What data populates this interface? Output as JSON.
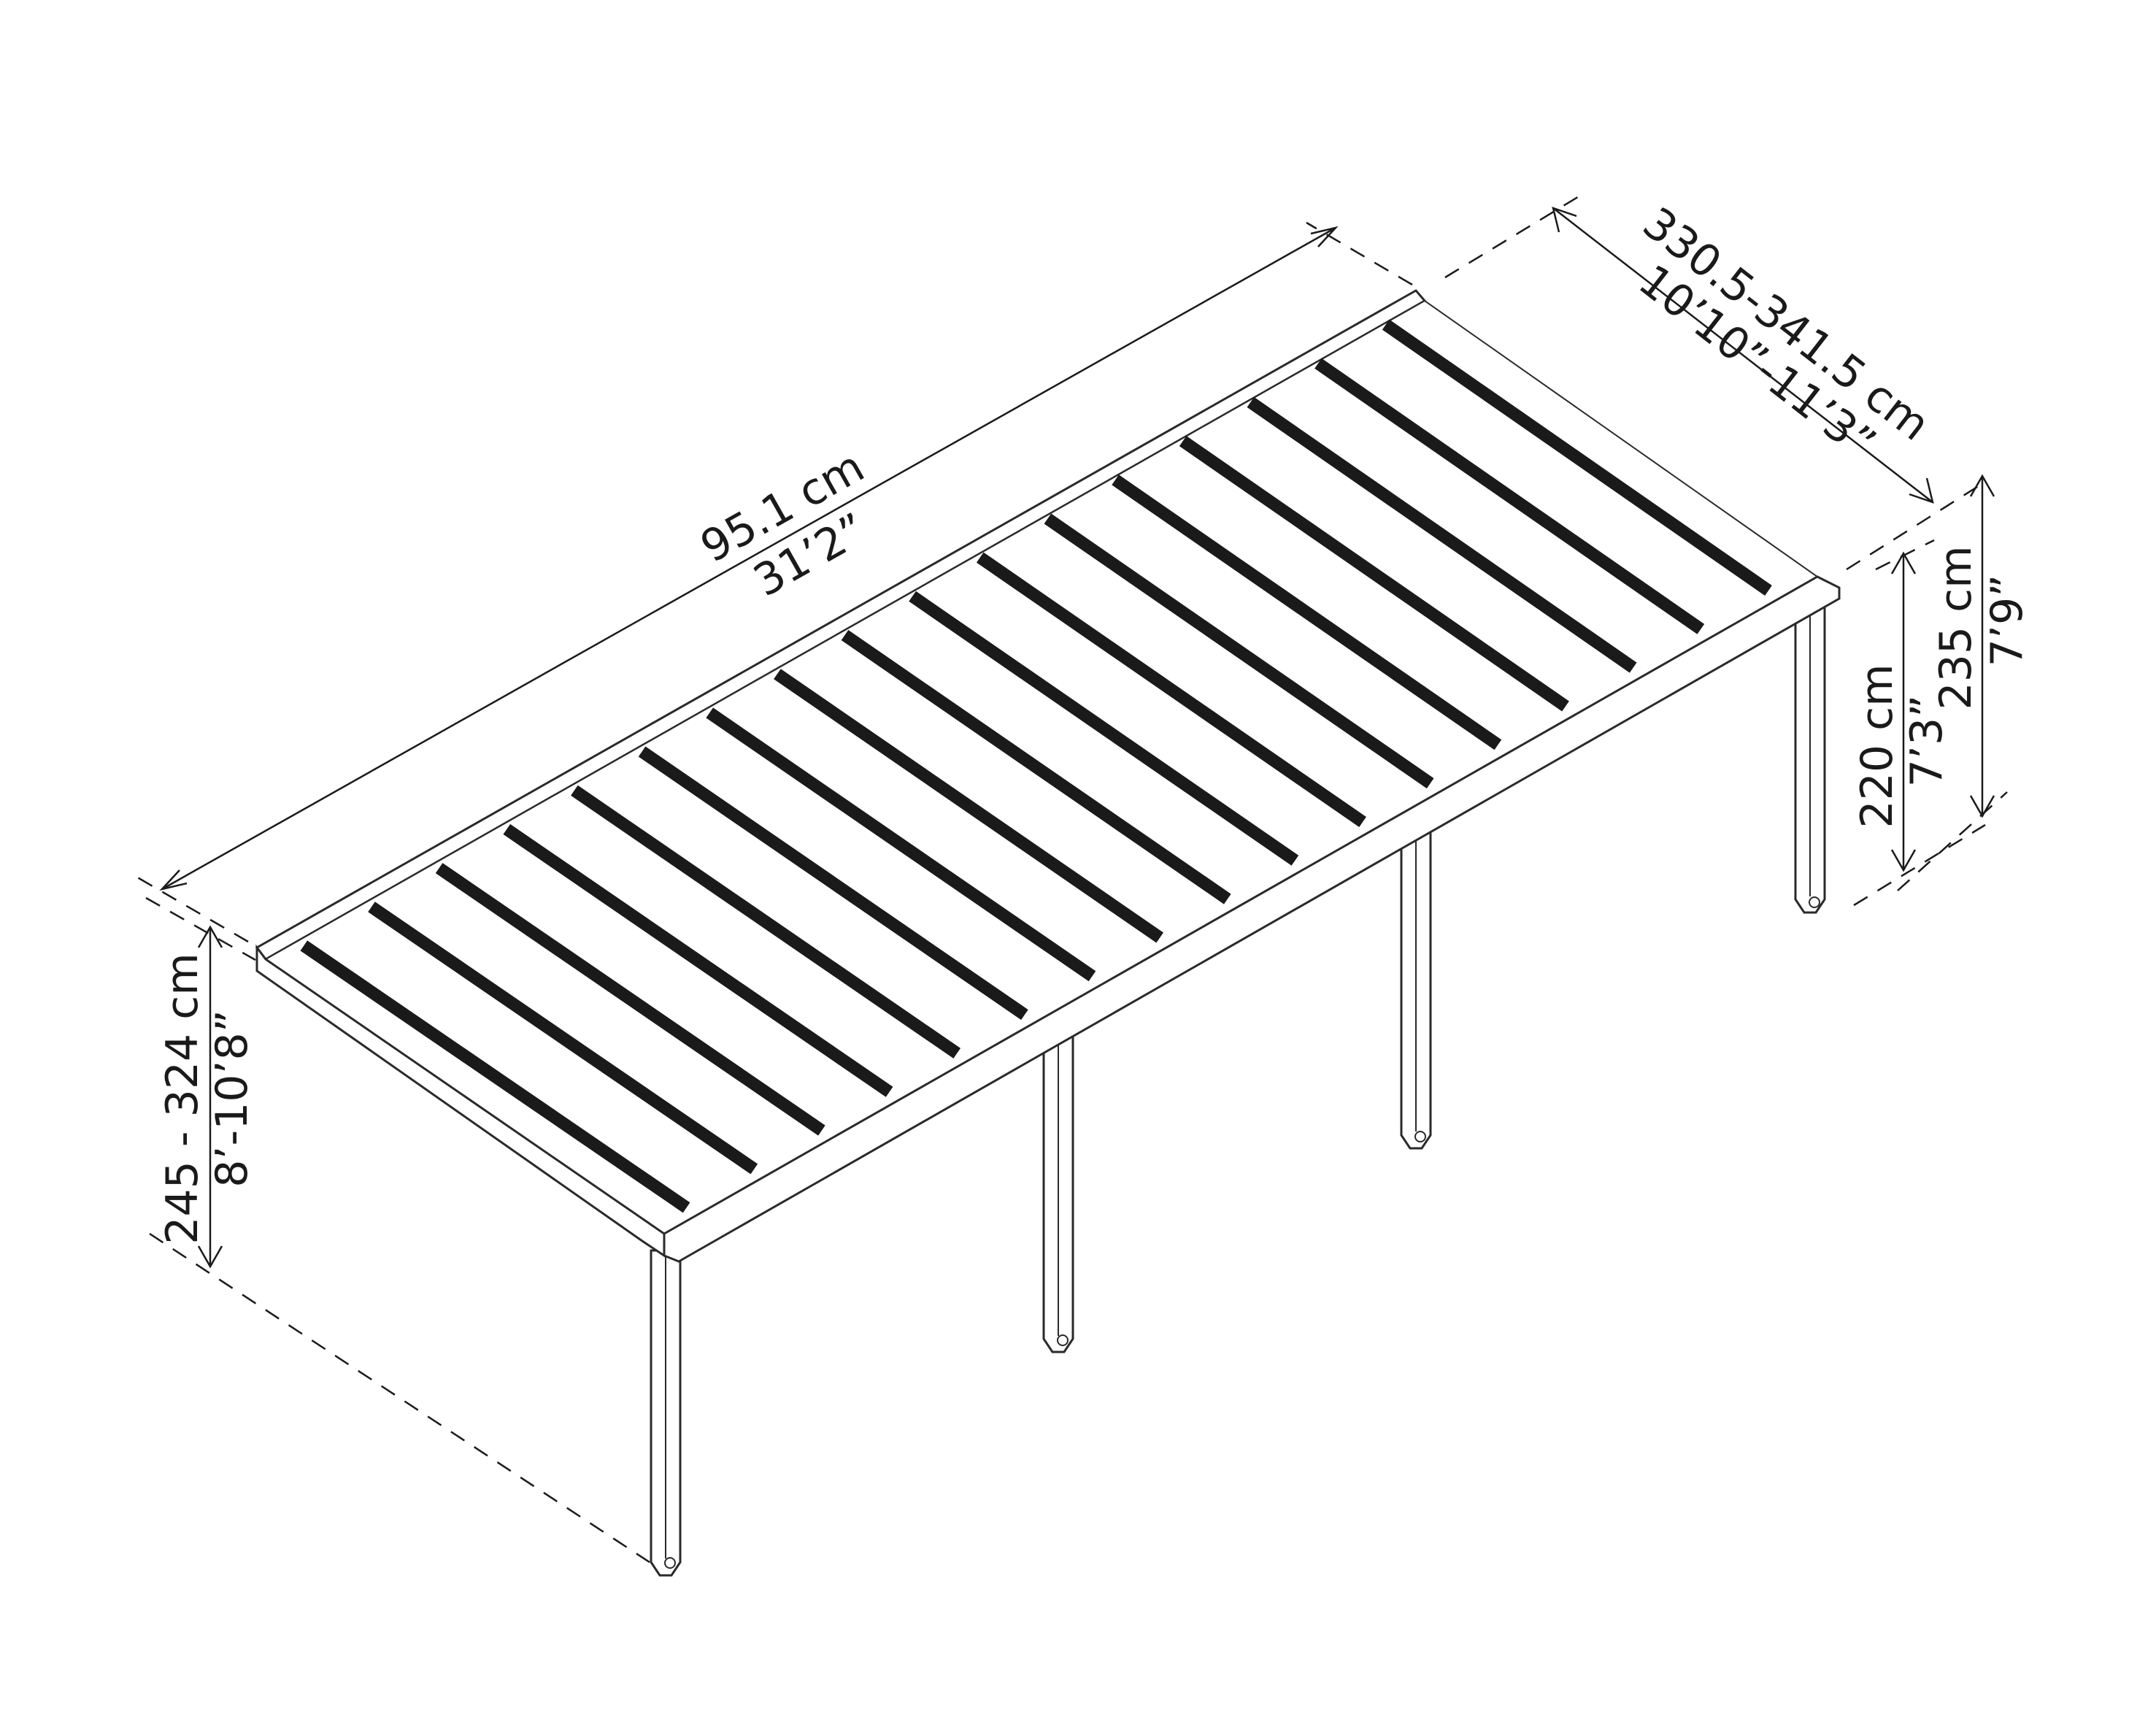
{
  "dimensions": {
    "length": {
      "metric": "95.1 cm",
      "imperial": "31’2”"
    },
    "width": {
      "metric": "330.5-341.5 cm",
      "imperial": "10’10”-11’3”"
    },
    "front_height": {
      "metric": "245 - 324 cm",
      "imperial": "8’-10’8”"
    },
    "rear_post_height": {
      "metric": "220 cm",
      "imperial": "7’3”"
    },
    "rear_total_height": {
      "metric": "235 cm",
      "imperial": "7’9”"
    }
  },
  "structure": {
    "roof_bars": 17,
    "front_posts": 2,
    "rear_posts": 2
  }
}
